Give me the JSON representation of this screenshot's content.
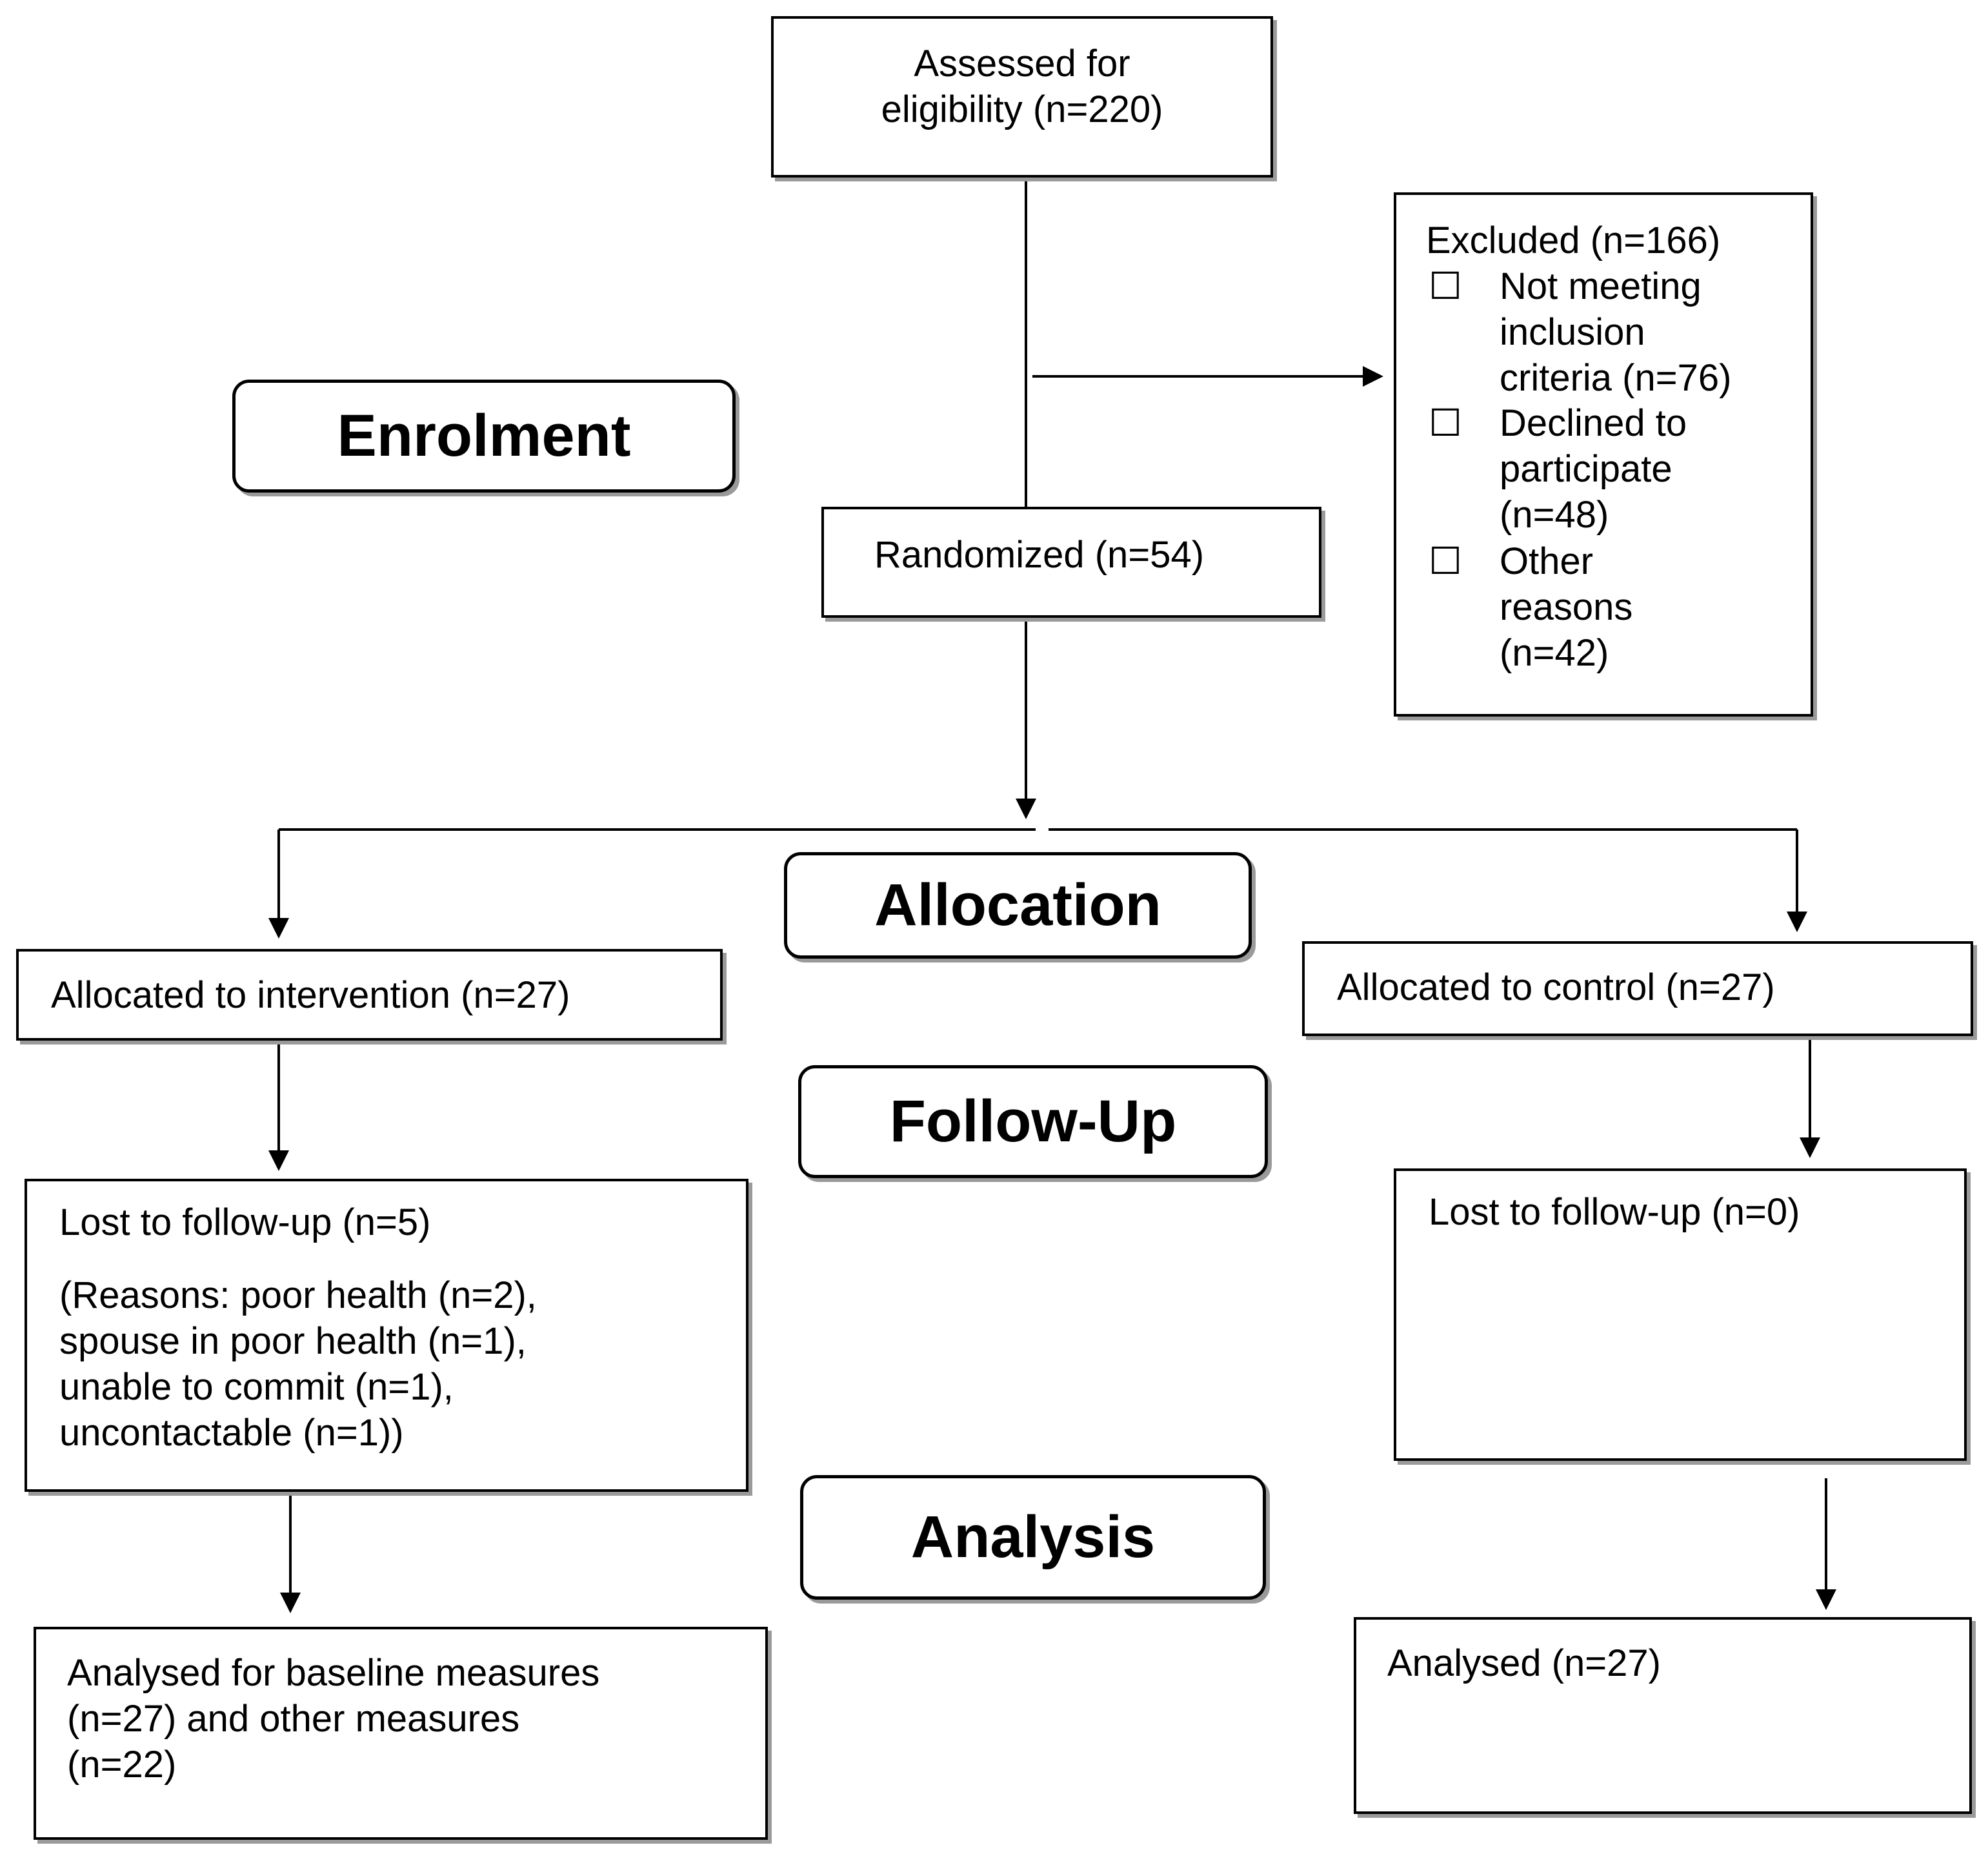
{
  "stages": {
    "enrolment": "Enrolment",
    "allocation": "Allocation",
    "follow_up": "Follow-Up",
    "analysis": "Analysis"
  },
  "boxes": {
    "assessed": [
      "Assessed for",
      "eligibility (n=220)"
    ],
    "excluded": {
      "title": "Excluded (n=166)",
      "bullet_symbol": "☐",
      "items": [
        [
          "Not meeting",
          "inclusion",
          "criteria (n=76)"
        ],
        [
          "Declined to",
          "participate",
          "(n=48)"
        ],
        [
          "Other",
          "reasons",
          "(n=42)"
        ]
      ]
    },
    "randomized": "Randomized (n=54)",
    "allocated_intervention": "Allocated to intervention (n=27)",
    "allocated_control": "Allocated to control (n=27)",
    "lost_intervention": {
      "title": "Lost to follow-up (n=5)",
      "reasons": [
        "(Reasons: poor health (n=2),",
        "spouse in poor health (n=1),",
        "unable to commit (n=1),",
        "uncontactable (n=1))"
      ]
    },
    "lost_control": "Lost to follow-up (n=0)",
    "analysed_intervention": [
      "Analysed for baseline measures",
      "(n=27) and other measures",
      "(n=22)"
    ],
    "analysed_control": "Analysed (n=27)"
  },
  "colors": {
    "line": "#000000",
    "shadow": "#9a9a9a",
    "background": "#ffffff"
  }
}
